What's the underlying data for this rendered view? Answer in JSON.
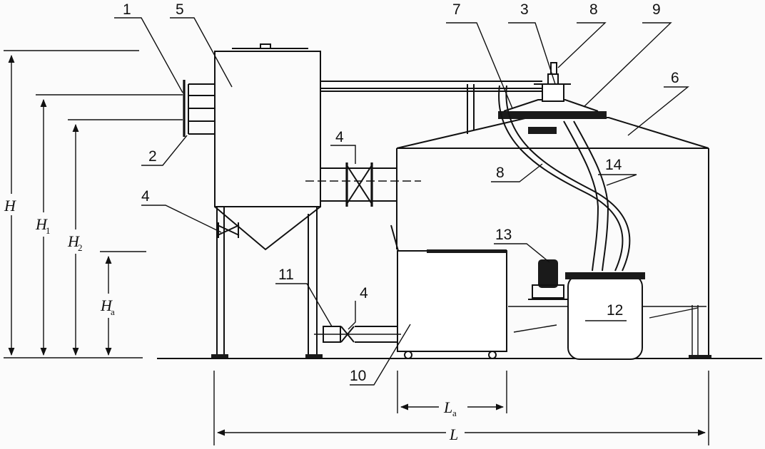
{
  "callouts": [
    {
      "id": "c1",
      "text": "1"
    },
    {
      "id": "c2",
      "text": "2"
    },
    {
      "id": "c3",
      "text": "3"
    },
    {
      "id": "c4a",
      "text": "4"
    },
    {
      "id": "c4b",
      "text": "4"
    },
    {
      "id": "c4c",
      "text": "4"
    },
    {
      "id": "c5",
      "text": "5"
    },
    {
      "id": "c6",
      "text": "6"
    },
    {
      "id": "c7",
      "text": "7"
    },
    {
      "id": "c8a",
      "text": "8"
    },
    {
      "id": "c8b",
      "text": "8"
    },
    {
      "id": "c9",
      "text": "9"
    },
    {
      "id": "c10",
      "text": "10"
    },
    {
      "id": "c11",
      "text": "11"
    },
    {
      "id": "c12",
      "text": "12"
    },
    {
      "id": "c13",
      "text": "13"
    },
    {
      "id": "c14",
      "text": "14"
    }
  ],
  "dimensions": {
    "H": {
      "main": "H",
      "sub": ""
    },
    "H1": {
      "main": "H",
      "sub": "1"
    },
    "H2": {
      "main": "H",
      "sub": "2"
    },
    "Ha": {
      "main": "H",
      "sub": "a"
    },
    "La": {
      "main": "L",
      "sub": "a"
    },
    "L": {
      "main": "L",
      "sub": ""
    }
  }
}
